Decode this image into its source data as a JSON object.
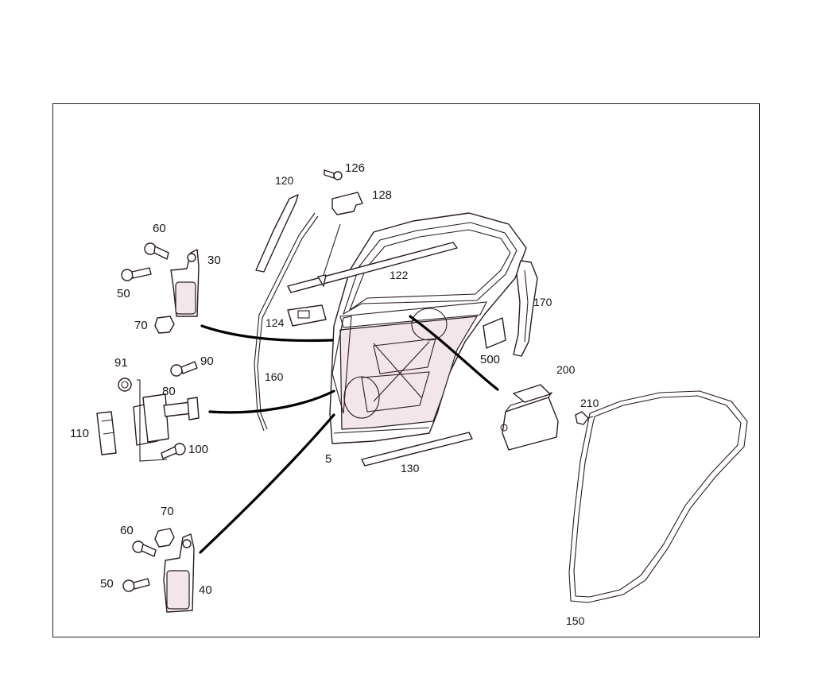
{
  "callouts": {
    "p5": "5",
    "p30": "30",
    "p40": "40",
    "p50a": "50",
    "p50b": "50",
    "p60a": "60",
    "p60b": "60",
    "p70a": "70",
    "p70b": "70",
    "p80": "80",
    "p90": "90",
    "p91": "91",
    "p100": "100",
    "p110": "110",
    "p120": "120",
    "p122": "122",
    "p124": "124",
    "p126": "126",
    "p128": "128",
    "p130": "130",
    "p150": "150",
    "p160": "160",
    "p170": "170",
    "p200": "200",
    "p210": "210",
    "p500": "500"
  },
  "colors": {
    "line": "#2a1a20",
    "arrow": "#000000",
    "frame": "#222222"
  }
}
